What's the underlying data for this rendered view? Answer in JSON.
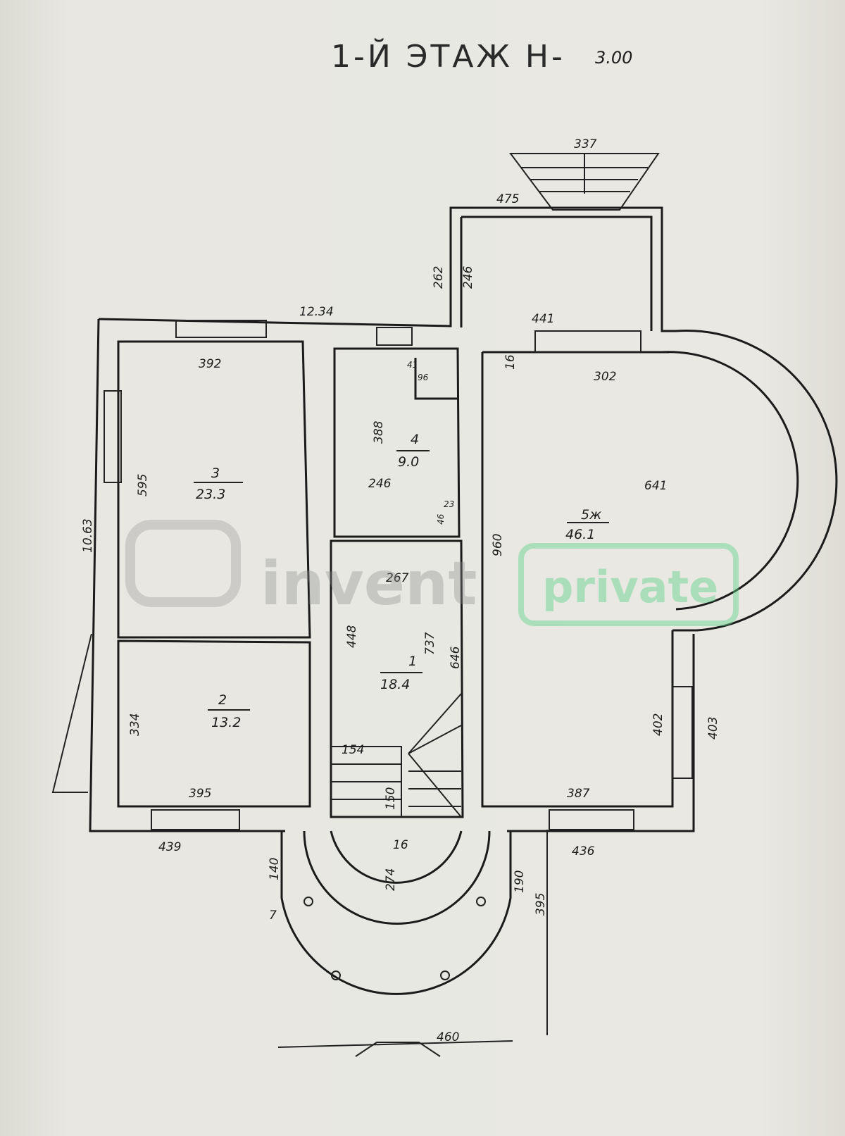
{
  "title": {
    "main": "1-Й ЭТАЖ Н-",
    "level": "3.00"
  },
  "rooms": [
    {
      "number": "1",
      "area": "18.4"
    },
    {
      "number": "2",
      "area": "13.2"
    },
    {
      "number": "3",
      "area": "23.3"
    },
    {
      "number": "4",
      "area": "9.0"
    },
    {
      "number": "5ж",
      "area": "46.1"
    }
  ],
  "dimensions": {
    "porch_top": "337",
    "porch_side": "475",
    "vest_outer": "262",
    "vest_inner": "246",
    "total_width": "12.34",
    "vest_width": "441",
    "d16a": "16",
    "d302": "302",
    "r3_width": "392",
    "r3_depth": "595",
    "total_depth": "10.63",
    "r4_depth": "388",
    "r4_width": "246",
    "d41": "41",
    "d96": "96",
    "d23": "23",
    "d46": "46",
    "r5_width": "641",
    "r5_depth": "960",
    "r1_width": "267",
    "r1_depth": "448",
    "d737": "737",
    "d646": "646",
    "r2_depth": "334",
    "r2_width": "395",
    "d154": "154",
    "d150": "150",
    "d402": "402",
    "d403": "403",
    "d387": "387",
    "bottom_left": "439",
    "bottom_right": "436",
    "d16b": "16",
    "d274": "274",
    "d140": "140",
    "d7": "7",
    "d190": "190",
    "d395": "395",
    "porch_width": "460"
  },
  "watermark": {
    "brand": "invent",
    "tag": "private"
  }
}
